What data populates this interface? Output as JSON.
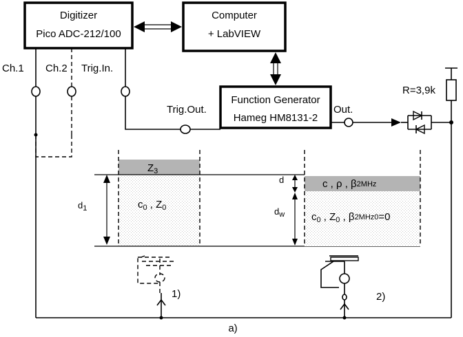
{
  "blocks": {
    "digitizer": {
      "line1": "Digitizer",
      "line2": "Pico ADC-212/100"
    },
    "computer": {
      "line1": "Computer",
      "line2": "+ LabVIEW"
    },
    "generator": {
      "line1": "Function Generator",
      "line2": "Hameg HM8131-2"
    }
  },
  "ports": {
    "ch1": "Ch.1",
    "ch2": "Ch.2",
    "trig_in": "Trig.In.",
    "trig_out": "Trig.Out.",
    "out": "Out."
  },
  "resistor": {
    "label": "R=3,9k"
  },
  "setup1": {
    "top_layer": "Z",
    "top_layer_sub": "3",
    "medium_c": "c",
    "medium_c_sub": "0",
    "medium_z": " , Z",
    "medium_z_sub": "0",
    "thickness": "d",
    "thickness_sub": "1",
    "number": "1)"
  },
  "setup2": {
    "layer_label": "c , ρ , β",
    "layer_sup": "2MHz",
    "medium_label": "c",
    "medium_sub0": "0",
    "medium_z": " , Z",
    "medium_z_sub": "0",
    "medium_beta": " , β",
    "medium_beta_sup": "2MHz0",
    "medium_eq": "=0",
    "d_label": "d",
    "dw_label": "d",
    "dw_sub": "w",
    "number": "2)"
  },
  "caption": "a)",
  "colors": {
    "layer_fill": "#b4b4b4",
    "stipple": "#c8c8c8",
    "line": "#000000"
  }
}
